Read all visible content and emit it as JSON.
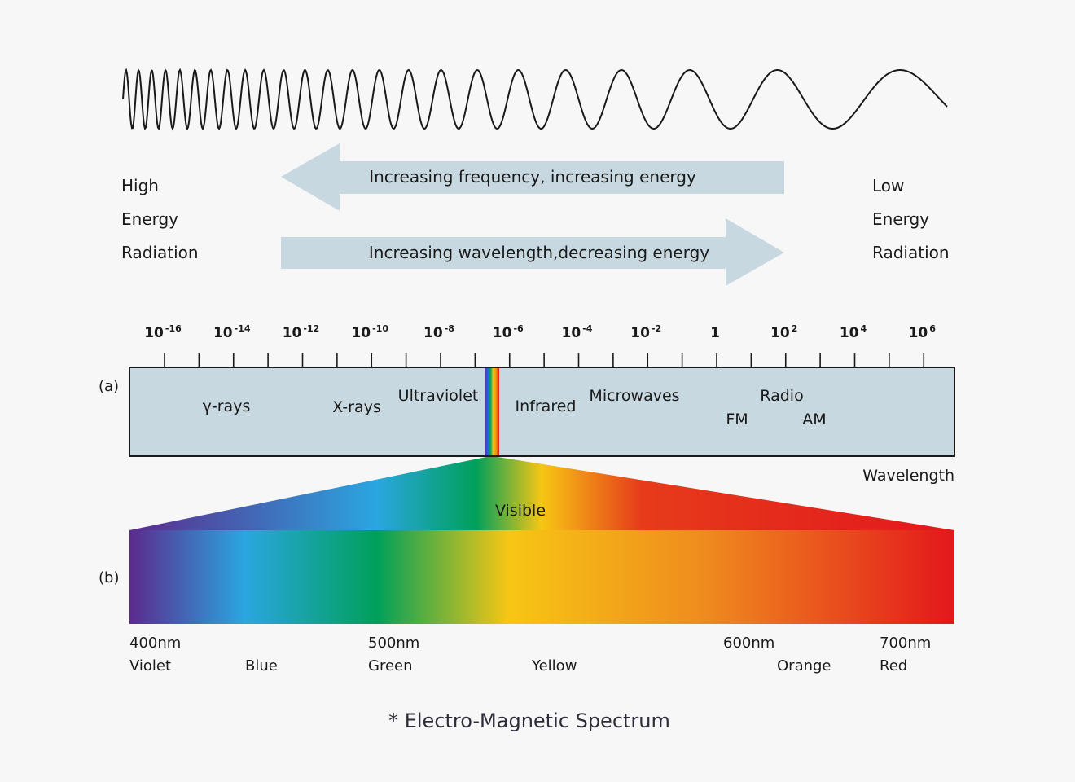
{
  "energy_labels": {
    "high": [
      "High",
      "Energy",
      "Radiation"
    ],
    "low": [
      "Low",
      "Energy",
      "Radiation"
    ]
  },
  "arrows": {
    "left": "Increasing frequency, increasing energy",
    "right": "Increasing wavelength,decreasing energy"
  },
  "scale": {
    "ticks": [
      {
        "base": "10",
        "exp": "-16"
      },
      {
        "base": "10",
        "exp": "-14"
      },
      {
        "base": "10",
        "exp": "-12"
      },
      {
        "base": "10",
        "exp": "-10"
      },
      {
        "base": "10",
        "exp": "-8"
      },
      {
        "base": "10",
        "exp": "-6"
      },
      {
        "base": "10",
        "exp": "-4"
      },
      {
        "base": "10",
        "exp": "-2"
      },
      {
        "base": "1",
        "exp": ""
      },
      {
        "base": "10",
        "exp": "2"
      },
      {
        "base": "10",
        "exp": "4"
      },
      {
        "base": "10",
        "exp": "6"
      }
    ],
    "axis_label": "Wavelength"
  },
  "panel_a": {
    "label": "(a)",
    "bands": {
      "gamma": "γ-rays",
      "xray": "X-rays",
      "uv": "Ultraviolet",
      "ir": "Infrared",
      "micro": "Microwaves",
      "radio": "Radio",
      "fm": "FM",
      "am": "AM"
    }
  },
  "visible_label": "Visible",
  "panel_b": {
    "label": "(b)",
    "wavelengths": {
      "w400": "400nm",
      "w500": "500nm",
      "w600": "600nm",
      "w700": "700nm"
    },
    "colors": {
      "violet": "Violet",
      "blue": "Blue",
      "green": "Green",
      "yellow": "Yellow",
      "orange": "Orange",
      "red": "Red"
    }
  },
  "caption": "* Electro-Magnetic Spectrum",
  "palette": {
    "arrow": "#c8d8e0",
    "panel": "#c8d8e0",
    "violet": "#5b2a8c",
    "blue": "#2aa6e0",
    "green": "#00a05a",
    "yellow": "#f7c614",
    "orange": "#ef8a1e",
    "red": "#e3171c"
  }
}
